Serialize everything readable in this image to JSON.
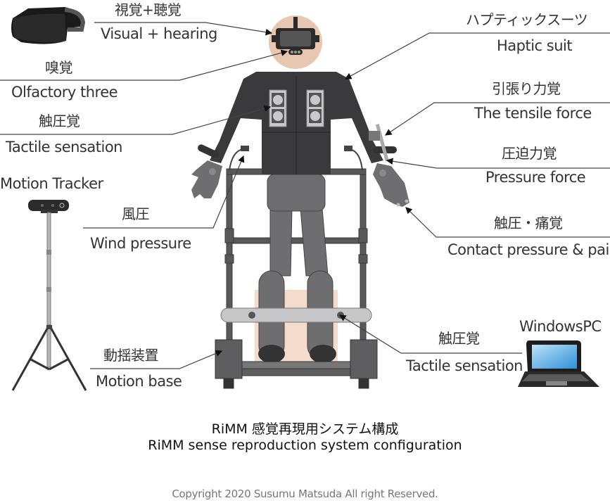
{
  "labels": {
    "visual_jp": "視覚+聴覚",
    "visual_en": "Visual + hearing",
    "olfactory_jp": "嗅覚",
    "olfactory_en": "Olfactory three",
    "tactile_chest_jp": "触圧覚",
    "tactile_chest_en": "Tactile sensation",
    "motion_tracker": "Motion Tracker",
    "wind_jp": "風圧",
    "wind_en": "Wind pressure",
    "motion_base_jp": "動揺装置",
    "motion_base_en": "Motion base",
    "haptic_suit_jp": "ハプティックスーツ",
    "haptic_suit_en": "Haptic suit",
    "tensile_jp": "引張り力覚",
    "tensile_en": "The tensile force",
    "pressure_jp": "圧迫力覚",
    "pressure_en": "Pressure force",
    "contact_jp": "触圧・痛覚",
    "contact_en": "Contact pressure & pain",
    "tactile_foot_jp": "触圧覚",
    "tactile_foot_en": "Tactile sensation",
    "windows_pc": "WindowsPC"
  },
  "title": {
    "jp": "RiMM 感覚再現用システム構成",
    "en": "RiMM sense reproduction system configuration"
  },
  "copyright": "Copyright 2020 Susumu Matsuda All right Reserved.",
  "colors": {
    "suit": "#3a3a3c",
    "pants": "#6e6e70",
    "skin": "#e8c7b0",
    "platform_pad": "#f3dccb",
    "frame": "#58585a",
    "leader_line": "#555555",
    "screen_blue": "#3aa0e0"
  }
}
